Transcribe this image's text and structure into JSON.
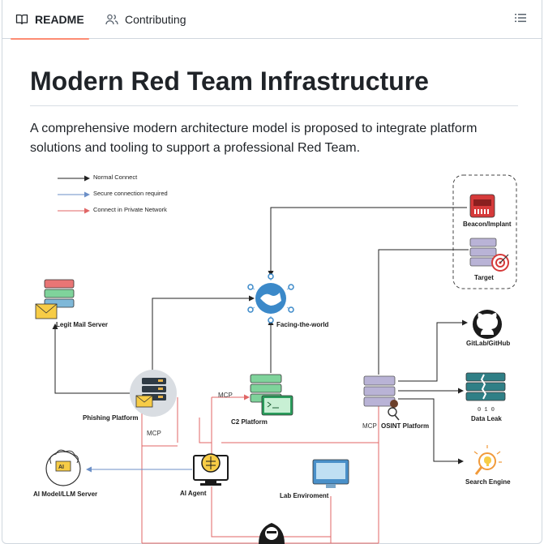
{
  "tabs": {
    "readme": "README",
    "contributing": "Contributing"
  },
  "readme": {
    "title": "Modern Red Team Infrastructure",
    "intro": "A comprehensive modern architecture model is proposed to integrate platform solutions and tooling to support a professional Red Team."
  },
  "diagram": {
    "legend": {
      "normal": "Normal Connect",
      "secure": "Secure connection required",
      "private": "Connect in Private Network"
    },
    "nodes": {
      "mail_server": "Legit Mail Server",
      "facing_world": "Facing-the-world",
      "beacon": "Beacon/Implant",
      "target": "Target",
      "gitlab": "GitLab/GitHub",
      "phishing": "Phishing Platform",
      "c2": "C2 Platform",
      "osint": "OSINT Platform",
      "data_leak": "Data Leak",
      "ai_model": "AI Model/LLM Server",
      "ai_agent": "AI Agent",
      "lab": "Lab Enviroment",
      "search_engine": "Search Engine"
    },
    "mcp_label": "MCP",
    "colors": {
      "normal": "#222222",
      "secure": "#6b8fc7",
      "private": "#e06666",
      "server_purple": "#b9b3d6",
      "server_red": "#d63a3a",
      "c2_green": "#7fd39b",
      "teal": "#2f7f86"
    }
  }
}
